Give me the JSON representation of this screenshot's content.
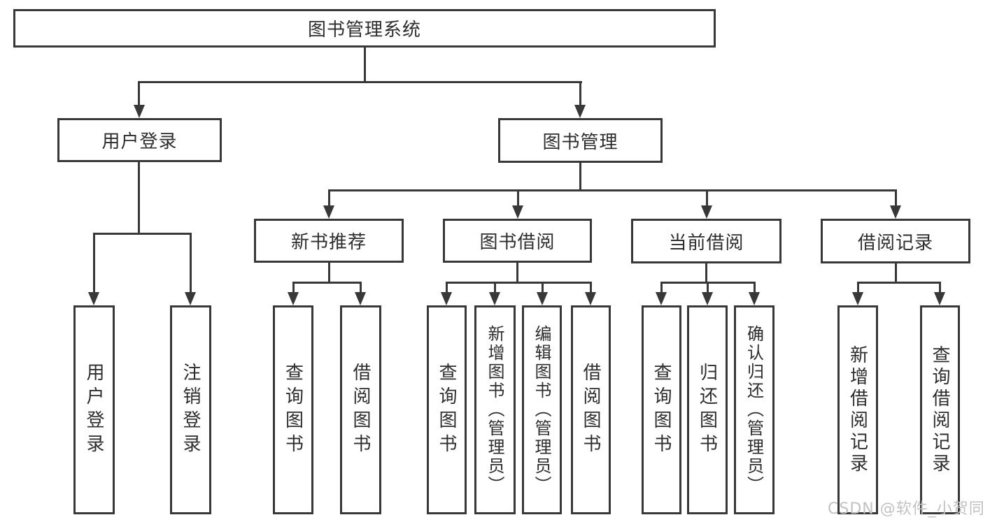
{
  "colors": {
    "line": "#383838",
    "text": "#2d2d2d",
    "watermark": "#c2c2c2",
    "bg": "#ffffff"
  },
  "tree": {
    "root": {
      "label": "图书管理系统",
      "children": [
        {
          "label": "用户登录",
          "children": [
            {
              "label": "用户登录"
            },
            {
              "label": "注销登录"
            }
          ]
        },
        {
          "label": "图书管理",
          "children": [
            {
              "label": "新书推荐",
              "children": [
                {
                  "label": "查询图书"
                },
                {
                  "label": "借阅图书"
                }
              ]
            },
            {
              "label": "图书借阅",
              "children": [
                {
                  "label": "查询图书"
                },
                {
                  "label": "新增图书（管理员）"
                },
                {
                  "label": "编辑图书（管理员）"
                },
                {
                  "label": "借阅图书"
                }
              ]
            },
            {
              "label": "当前借阅",
              "children": [
                {
                  "label": "查询图书"
                },
                {
                  "label": "归还图书"
                },
                {
                  "label": "确认归还（管理员）"
                }
              ]
            },
            {
              "label": "借阅记录",
              "children": [
                {
                  "label": "新增借阅记录"
                },
                {
                  "label": "查询借阅记录"
                }
              ]
            }
          ]
        }
      ]
    }
  },
  "watermark": {
    "text": "CSDN @软件_小贺同学"
  }
}
